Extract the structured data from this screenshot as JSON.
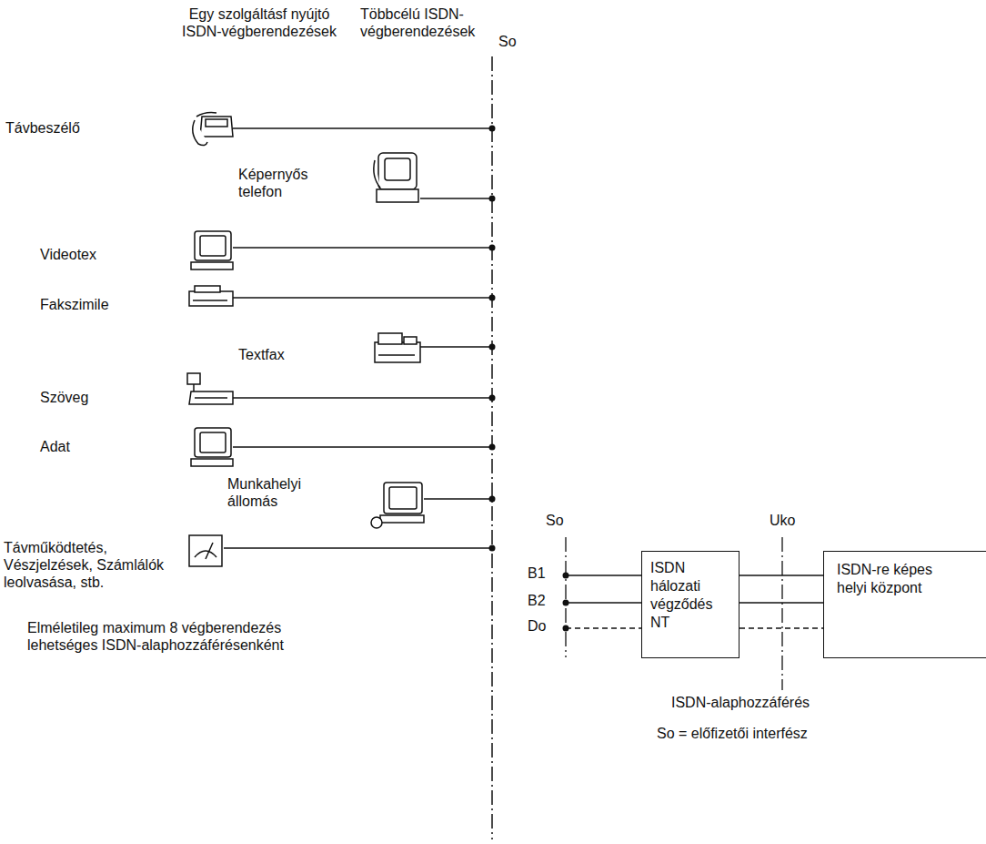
{
  "diagram": {
    "nodes": [
      {
        "text": [
          "ISDN hálozati végződés NT"
        ]
      },
      {
        "text": [
          "ISDN-re képes helyi központ"
        ]
      }
    ],
    "edges": [
      {
        "from": 0,
        "to": 1,
        "arrow": "none"
      },
      {
        "from": 0,
        "to": 1,
        "arrow": "none"
      },
      {
        "from": 0,
        "to": 1,
        "arrow": "none"
      }
    ],
    "labels": [
      "Egy szolgáltásf nyújtó ISDN-végberendezések",
      "Többcélú ISDN-végberendezések",
      "So",
      "Távbeszélő",
      "Képernyős telefon",
      "Videotex",
      "Fakszimile",
      "Textfax",
      "Szöveg",
      "Adat",
      "Munkahelyi állomás",
      "Távműködtetés, Vészjelzések, Számlálók leolvasása, stb.",
      "Elméletileg maximum 8 végberendezés lehetséges ISDN-alaphozzáférésenként",
      "So",
      "Uko",
      "B1",
      "B2",
      "Do",
      "ISDN-alaphozzáférés",
      "So = előfizetői interfész"
    ]
  }
}
